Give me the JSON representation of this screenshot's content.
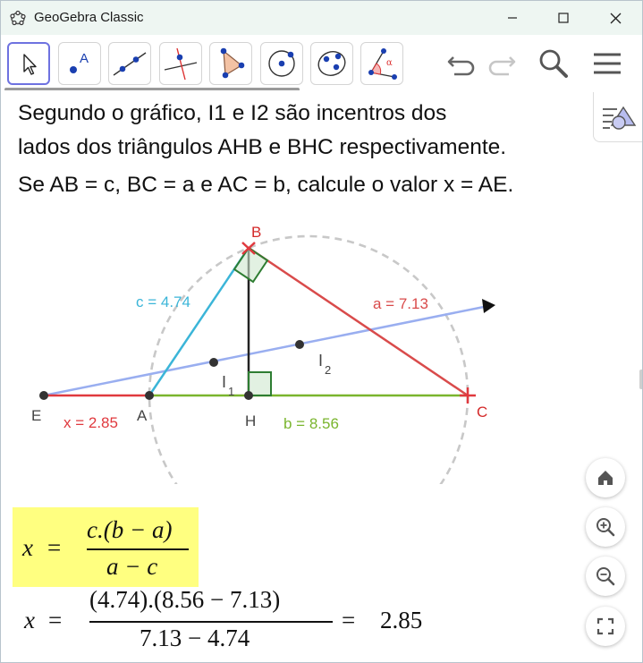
{
  "window": {
    "title": "GeoGebra Classic",
    "icons": {
      "app": "geogebra-logo-icon",
      "minimize": "minimize-icon",
      "maximize": "maximize-icon",
      "close": "close-icon"
    }
  },
  "toolbar": {
    "tools": [
      {
        "name": "move-tool",
        "icon": "cursor-arrow-icon",
        "selected": true
      },
      {
        "name": "point-tool",
        "icon": "point-icon"
      },
      {
        "name": "line-tool",
        "icon": "line-icon"
      },
      {
        "name": "perpendicular-line-tool",
        "icon": "perpendicular-line-icon"
      },
      {
        "name": "polygon-tool",
        "icon": "polygon-icon"
      },
      {
        "name": "circle-tool",
        "icon": "circle-center-point-icon"
      },
      {
        "name": "conic-tool",
        "icon": "ellipse-icon"
      },
      {
        "name": "angle-tool",
        "icon": "angle-icon",
        "label": "α"
      }
    ],
    "controls": [
      "undo-icon",
      "redo-icon",
      "search-icon",
      "menu-icon"
    ]
  },
  "problem": {
    "line1": "Segundo o gráfico, I1 e I2 são incentros dos",
    "line2": "lados dos triângulos AHB e BHC respectivamente.",
    "line3": "Se AB = c, BC = a e AC = b, calcule o valor x = AE."
  },
  "figure": {
    "points": {
      "A": "A",
      "B": "B",
      "C": "C",
      "E": "E",
      "H": "H",
      "I1": "I",
      "I1_sub": "1",
      "I2": "I",
      "I2_sub": "2"
    },
    "segments": {
      "c": "c = 4.74",
      "a": "a = 7.13",
      "b": "b = 8.56",
      "x": "x = 2.85"
    },
    "colors": {
      "c": "#3bb5d8",
      "a": "#d94b4b",
      "b": "#7ab52e",
      "x": "#e0393e",
      "line": "#99aef0",
      "right_angle": "#2e7d32",
      "circle": "#c8c8c8",
      "point_label": "#444444",
      "red_label": "#d42a2a"
    }
  },
  "formula": {
    "lhs": "x",
    "eq": "=",
    "numerator": "c.(b − a)",
    "denominator": "a − c",
    "highlight": "#ffff80"
  },
  "result": {
    "lhs": "x",
    "eq": "=",
    "numerator": "(4.74).(8.56  − 7.13)",
    "denominator": "7.13  − 4.74",
    "eq2": "=",
    "value": "2.85"
  },
  "view_controls": [
    "home-icon",
    "zoom-in-icon",
    "zoom-out-icon",
    "fullscreen-icon"
  ],
  "algebra_toggle": "algebra-view-toggle-icon"
}
